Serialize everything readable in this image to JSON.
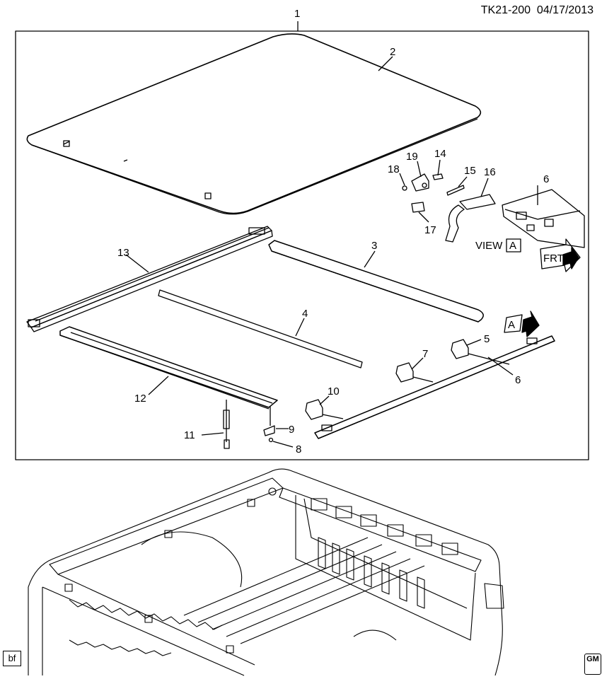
{
  "header": {
    "code": "TK21-200",
    "date": "04/17/2013"
  },
  "callouts": {
    "c1": "1",
    "c2": "2",
    "c3": "3",
    "c4": "4",
    "c5": "5",
    "c6a": "6",
    "c6b": "6",
    "c7": "7",
    "c8": "8",
    "c9": "9",
    "c10": "10",
    "c11": "11",
    "c12": "12",
    "c13": "13",
    "c14": "14",
    "c15": "15",
    "c16": "16",
    "c17": "17",
    "c18": "18",
    "c19": "19"
  },
  "view_label": "VIEW",
  "view_letter": "A",
  "a_marker": "A",
  "frt_label": "FRT",
  "footer": {
    "bf": "bf",
    "logo_text": "GM"
  }
}
